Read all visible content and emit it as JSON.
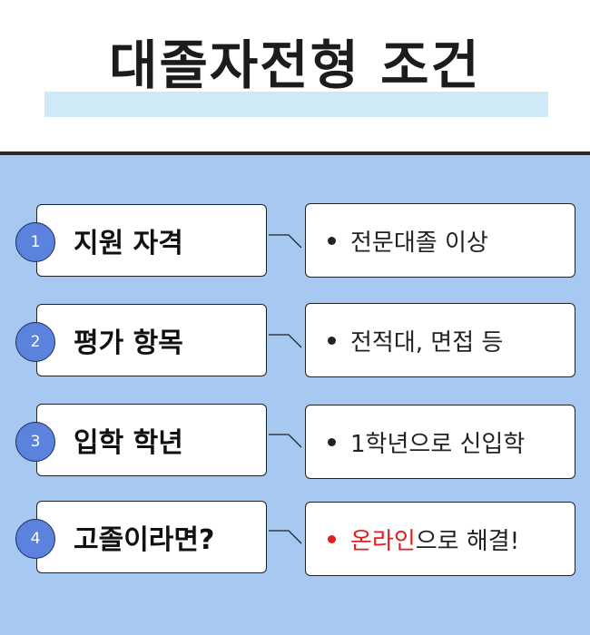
{
  "title": "대졸자전형 조건",
  "items": [
    {
      "num": "1",
      "label": "지원 자격",
      "detail": "전문대졸 이상",
      "detail_highlight": ""
    },
    {
      "num": "2",
      "label": "평가 항목",
      "detail": "전적대, 면접 등",
      "detail_highlight": ""
    },
    {
      "num": "3",
      "label": "입학 학년",
      "detail": "1학년으로 신입학",
      "detail_highlight": ""
    },
    {
      "num": "4",
      "label": "고졸이라면?",
      "detail": "으로 해결!",
      "detail_highlight": "온라인"
    }
  ],
  "colors": {
    "panel": "#a7c8f0",
    "number_circle": "#5b82dc",
    "highlight": "#e51c1c",
    "title_underline": "#cdeaf6"
  }
}
